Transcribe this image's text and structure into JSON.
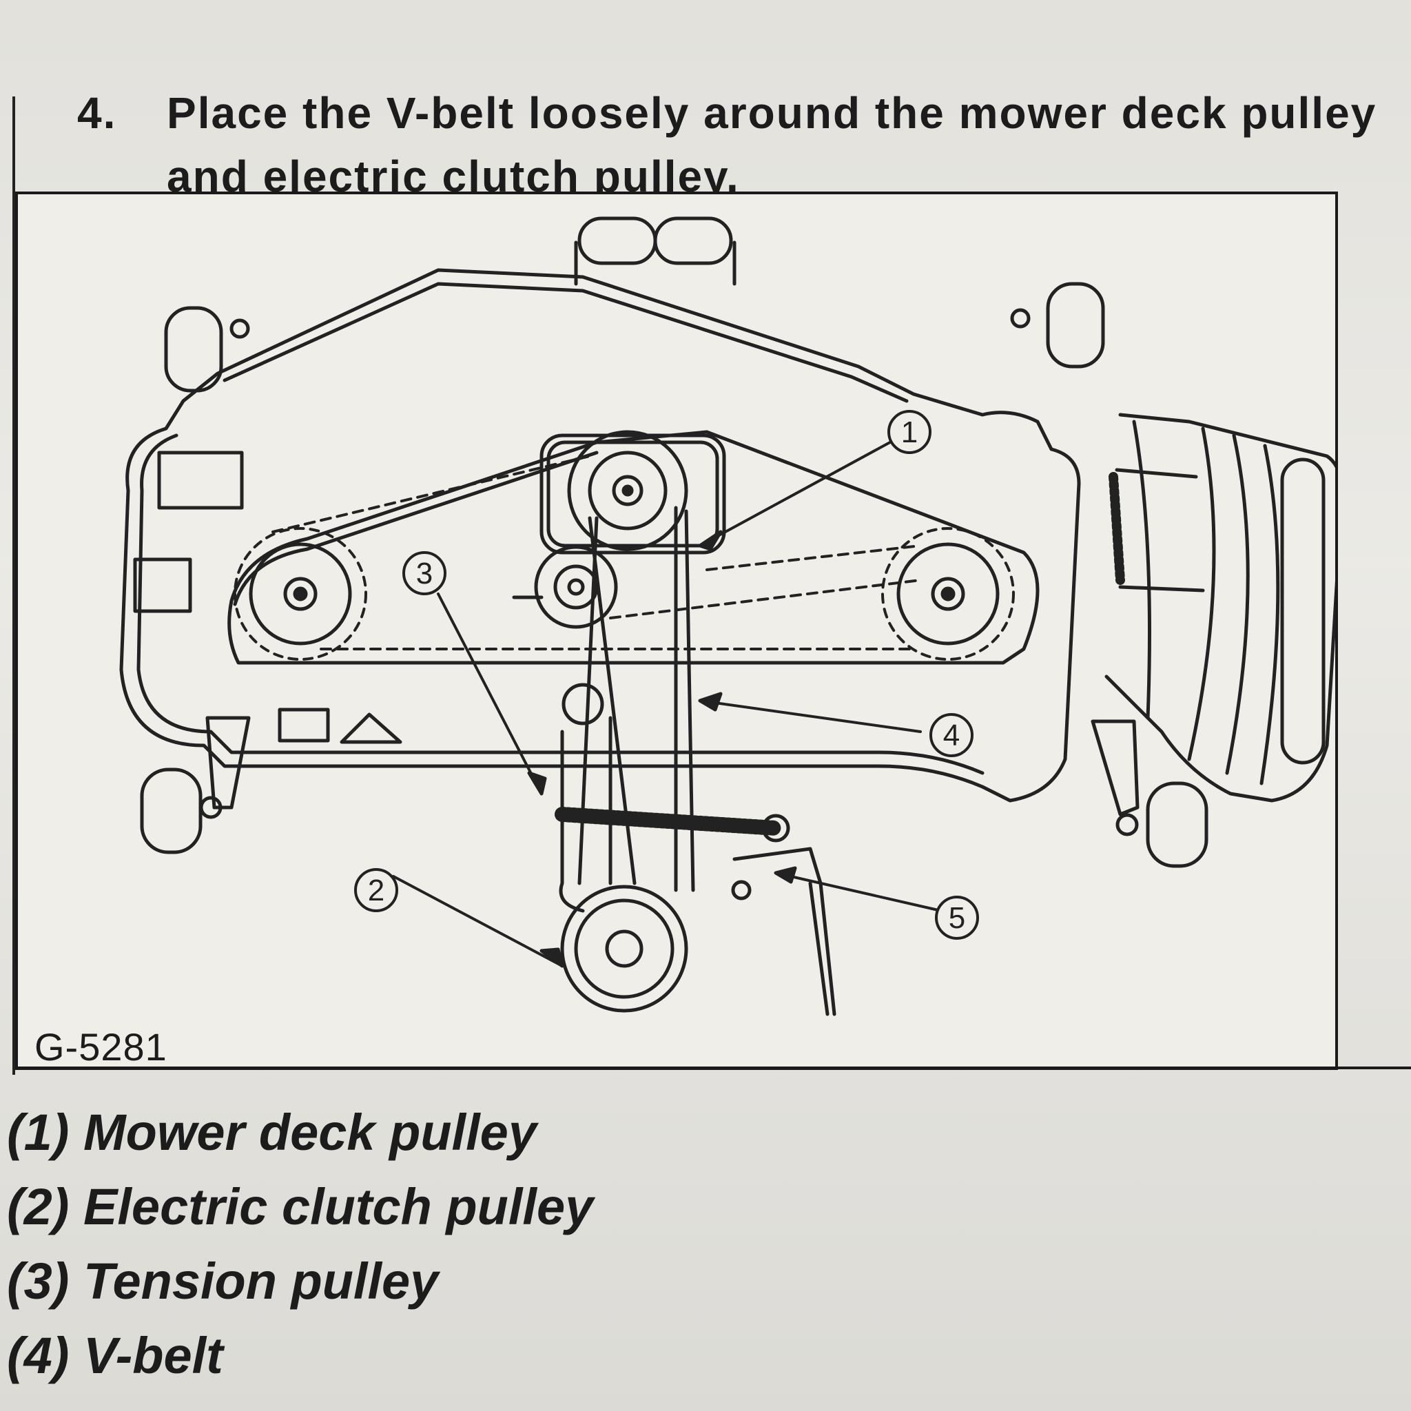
{
  "step": {
    "number": "4.",
    "text": "Place the V-belt loosely around the mower deck pulley and electric clutch pulley."
  },
  "figure": {
    "code": "G-5281",
    "callouts": [
      "1",
      "2",
      "3",
      "4",
      "5"
    ]
  },
  "legend": [
    "(1) Mower deck pulley",
    "(2) Electric clutch pulley",
    "(3) Tension pulley",
    "(4) V-belt"
  ]
}
